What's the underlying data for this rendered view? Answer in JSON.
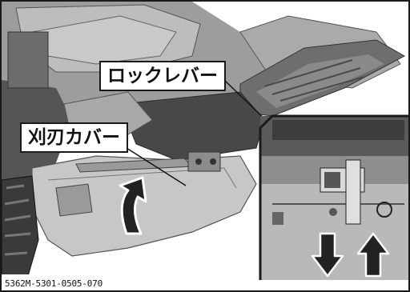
{
  "callouts": {
    "lock_lever": "ロックレバー",
    "blade_cover": "刈刃カバー"
  },
  "figure_id": "5362M-5301-0505-070",
  "icons": [
    "curved-up-arrow-icon",
    "down-arrow-icon",
    "up-arrow-icon"
  ],
  "colors": {
    "ink": "#1a1a1a",
    "body_gray": "#b9b9b9",
    "dark_gray": "#5a5a5a",
    "paper": "#ffffff"
  }
}
